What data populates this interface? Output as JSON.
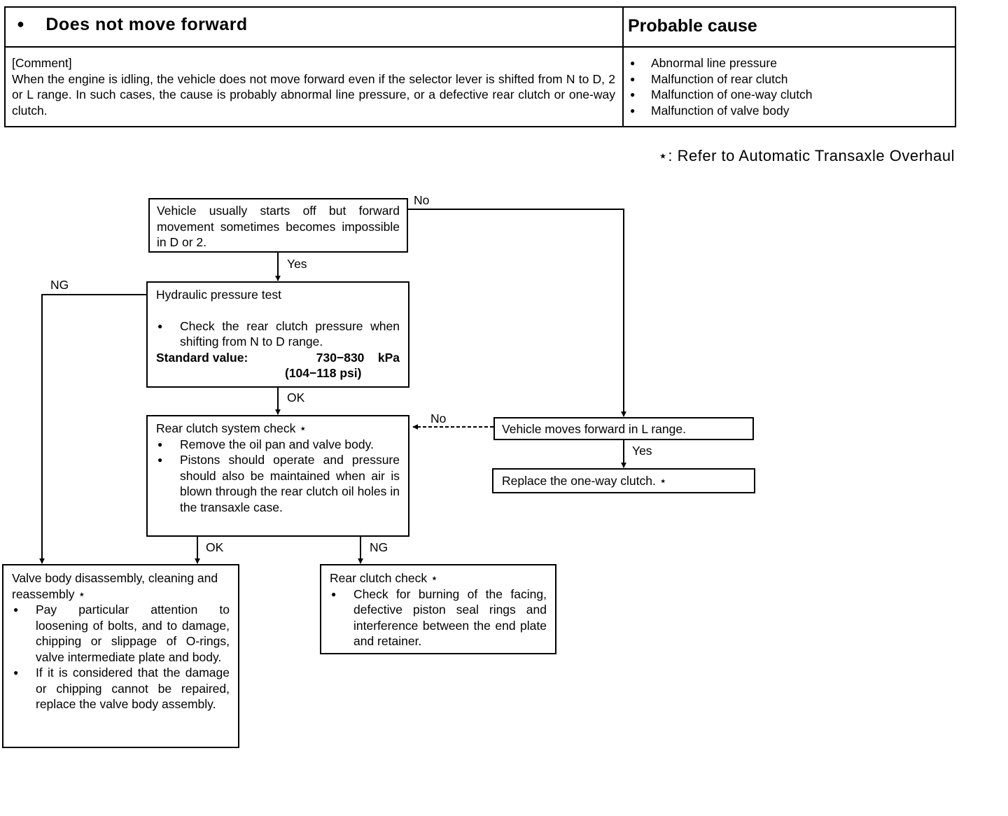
{
  "header": {
    "title": "Does not move forward",
    "probable_cause_title": "Probable cause",
    "comment_label": "[Comment]",
    "comment_text": "When the engine is idling, the vehicle does not move forward even if the selector lever is shifted from N to D, 2 or L range. In such cases, the cause is probably abnormal line pressure, or a defective rear clutch or one-way clutch.",
    "causes": [
      "Abnormal line pressure",
      "Malfunction of rear clutch",
      "Malfunction of one-way clutch",
      "Malfunction of valve body"
    ]
  },
  "reference_note": "⋆:  Refer to Automatic Transaxle Overhaul",
  "flow": {
    "start_box": "Vehicle usually starts off but forward movement sometimes becomes impossible in D or 2.",
    "hydraulic_box": {
      "title": "Hydraulic pressure test",
      "bullet": "Check the rear clutch pressure when shifting from N to D range.",
      "std_label": "Standard value:",
      "std_value": "730−830    kPa",
      "std_value_psi": "(104−118 psi)"
    },
    "rear_clutch_system_box": {
      "title": "Rear clutch system check ⋆",
      "bullets": [
        "Remove the oil pan and valve body.",
        "Pistons should operate and pressure should also be maintained when air is blown through the rear clutch oil holes in the transaxle case."
      ]
    },
    "l_range_box": "Vehicle moves forward in L range.",
    "replace_box": "Replace the one-way clutch. ⋆",
    "valve_body_box": {
      "title": "Valve body disassembly, cleaning and reassembly ⋆",
      "bullets": [
        "Pay particular attention to loosening of bolts, and to damage, chipping or slippage of O-rings, valve intermediate plate and body.",
        "If it is considered that the damage or chipping cannot be repaired, replace the valve body assembly."
      ]
    },
    "rear_clutch_check_box": {
      "title": "Rear clutch check ⋆",
      "bullet": "Check for burning of the facing, defective piston seal rings and interference between the end plate and retainer."
    },
    "labels": {
      "no_top": "No",
      "yes_1": "Yes",
      "ng_left": "NG",
      "ok_1": "OK",
      "no_mid": "No",
      "yes_2": "Yes",
      "ok_2": "OK",
      "ng_2": "NG"
    }
  }
}
